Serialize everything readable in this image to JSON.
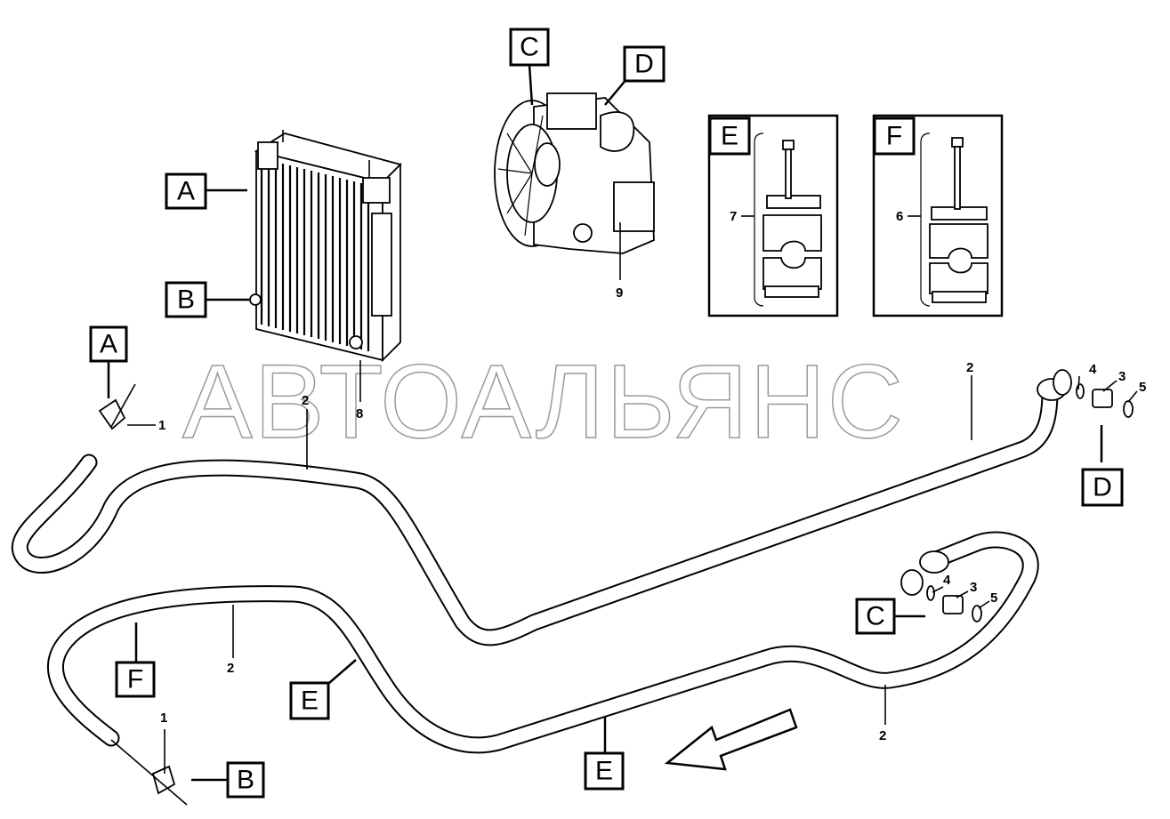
{
  "watermark": "АВТОАЛЬЯНС",
  "callouts": {
    "a_top": "A",
    "b_top": "B",
    "c_top": "C",
    "d_top": "D",
    "e_detail": "E",
    "f_detail": "F",
    "a_hose": "A",
    "b_hose": "B",
    "c_hose": "C",
    "d_hose": "D",
    "e_hose_1": "E",
    "e_hose_2": "E",
    "f_hose": "F"
  },
  "part_numbers": {
    "clamp_top": "1",
    "clamp_bottom": "1",
    "hose_top_left": "2",
    "hose_top_right": "2",
    "hose_bottom_left": "2",
    "hose_bottom_right": "2",
    "fitting_d": "3",
    "fitting_c": "3",
    "washer_d": "4",
    "washer_c": "4",
    "ring_d": "5",
    "ring_c": "5",
    "clamp_set_f": "6",
    "clamp_set_e": "7",
    "plug_radiator": "8",
    "transmission": "9"
  }
}
